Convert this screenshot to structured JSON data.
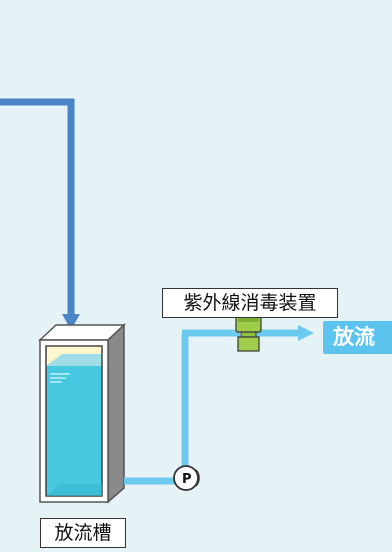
{
  "labels": {
    "uv_device": "紫外線消毒装置",
    "tank": "放流槽",
    "outflow": "放流",
    "pump": "P"
  },
  "colors": {
    "background": "#e6f3f6",
    "inflow_pipe": "#4a85c8",
    "outflow_pipe": "#6dcaef",
    "water": "#45c8e0",
    "water_surface": "#9fdee6",
    "tank_air": "#fbf6cc",
    "tank_frame": "#6b6b6b",
    "uv_device": "#9fcd4b",
    "outflow_badge": "#5cc3ef"
  },
  "icons": {
    "pump": "pump-icon",
    "uv_device": "uv-lamp-icon",
    "arrows": "arrow-icon"
  }
}
